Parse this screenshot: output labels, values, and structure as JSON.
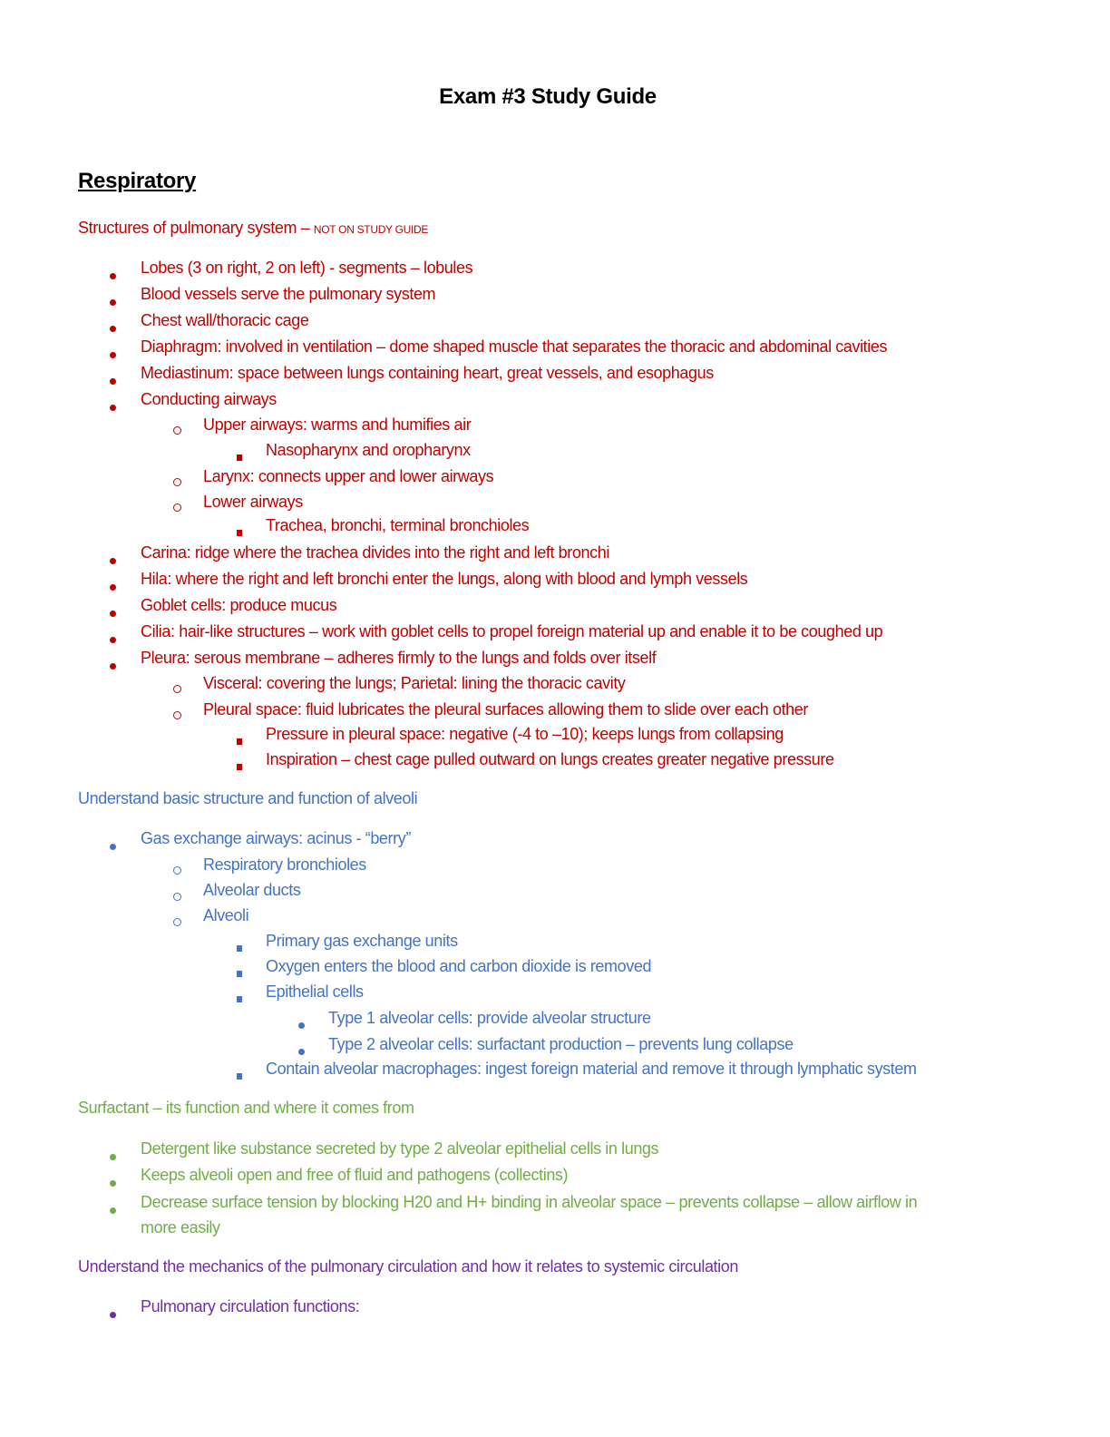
{
  "document": {
    "title": "Exam #3 Study Guide",
    "section": "Respiratory",
    "colors": {
      "red": "#C00000",
      "blue": "#4472C4",
      "green": "#70AD47",
      "purple": "#7030A0"
    },
    "topics": [
      {
        "heading": "Structures of pulmonary system – ",
        "heading_note": "NOT ON STUDY GUIDE",
        "color": "red",
        "items": [
          "Lobes (3 on right, 2 on left) - segments – lobules",
          "Blood vessels serve the pulmonary system",
          "Chest wall/thoracic cage",
          "Diaphragm:  involved in ventilation – dome shaped muscle that separates the thoracic and abdominal cavities",
          "Mediastinum: space between lungs containing heart, great vessels, and esophagus",
          "Conducting airways",
          "Upper airways: warms and humifies air",
          "Nasopharynx and oropharynx",
          "Larynx: connects upper and lower airways",
          "Lower airways",
          "Trachea, bronchi, terminal bronchioles",
          "Carina: ridge where the trachea divides into the right and left bronchi",
          "Hila:  where the right and left bronchi enter the lungs, along with blood and lymph vessels",
          "Goblet cells: produce mucus",
          "Cilia:  hair-like structures – work with goblet cells to propel foreign material up and enable it to be coughed up",
          "Pleura: serous membrane – adheres firmly to the lungs and folds over itself",
          "Visceral: covering the lungs; Parietal: lining the thoracic cavity",
          "Pleural space: fluid lubricates the pleural surfaces allowing them to slide over each other",
          "Pressure in pleural space: negative (-4 to –10); keeps lungs from collapsing",
          "Inspiration – chest cage pulled outward on lungs creates greater negative pressure"
        ]
      },
      {
        "heading": "Understand basic structure and function of alveoli",
        "color": "blue",
        "items": [
          "Gas exchange airways: acinus - “berry”",
          "Respiratory bronchioles",
          "Alveolar ducts",
          "Alveoli",
          "Primary gas exchange units",
          "Oxygen enters the blood and carbon dioxide is removed",
          "Epithelial cells",
          "Type 1 alveolar cells: provide alveolar structure",
          "Type 2 alveolar cells: surfactant production – prevents lung collapse",
          "Contain alveolar macrophages: ingest foreign material and remove it through lymphatic system"
        ]
      },
      {
        "heading": "Surfactant – its function and where it comes from",
        "color": "green",
        "items": [
          "Detergent like substance secreted by type 2 alveolar epithelial cells in  lungs",
          "Keeps alveoli open and free of fluid and pathogens (collectins)",
          "Decrease surface tension by blocking H20 and H+ binding in  alveolar space – prevents collapse – allow airflow in",
          "more easily"
        ]
      },
      {
        "heading": "Understand the mechanics of the pulmonary circulation and how it relates to systemic circulation",
        "color": "purple",
        "items": [
          "Pulmonary circulation functions:"
        ]
      }
    ]
  }
}
